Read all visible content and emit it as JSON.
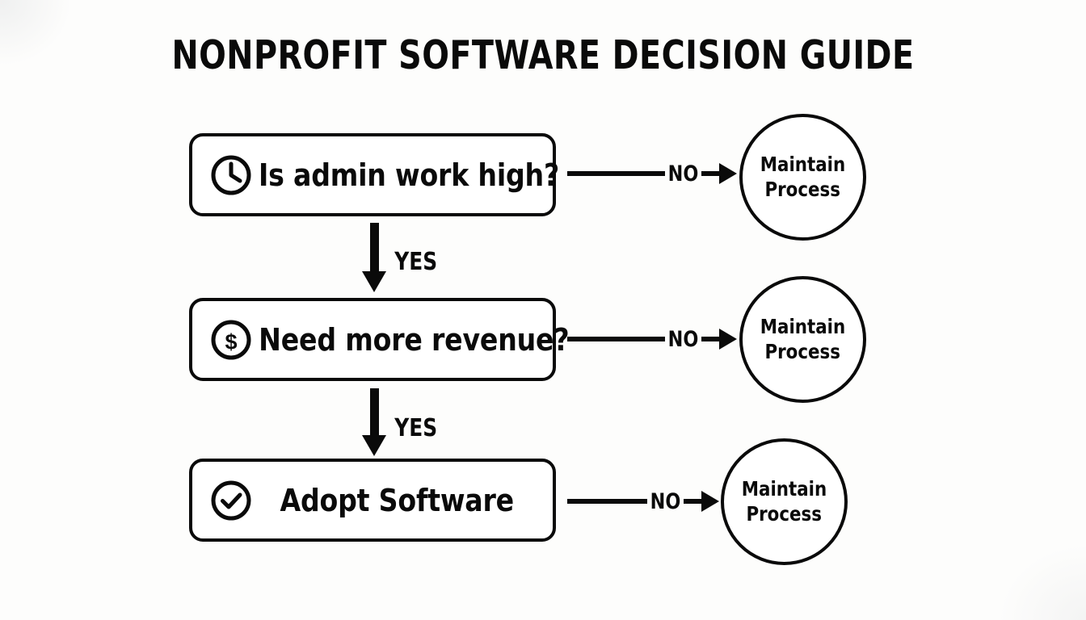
{
  "title": "NONPROFIT SOFTWARE DECISION GUIDE",
  "colors": {
    "background": "#fdfdfc",
    "ink": "#0a0a0a",
    "node_fill": "#ffffff"
  },
  "flow": {
    "steps": [
      {
        "id": "step-admin-work",
        "icon": "clock-icon",
        "label": "Is admin work high?",
        "yes_label": "YES",
        "no_label": "NO",
        "no_target": {
          "line1": "Maintain",
          "line2": "Process"
        }
      },
      {
        "id": "step-more-revenue",
        "icon": "dollar-circle-icon",
        "label": "Need more revenue?",
        "yes_label": "YES",
        "no_label": "NO",
        "no_target": {
          "line1": "Maintain",
          "line2": "Process"
        }
      },
      {
        "id": "step-adopt-software",
        "icon": "check-circle-icon",
        "label": "Adopt Software",
        "yes_label": "",
        "no_label": "NO",
        "no_target": {
          "line1": "Maintain",
          "line2": "Process"
        }
      }
    ]
  }
}
